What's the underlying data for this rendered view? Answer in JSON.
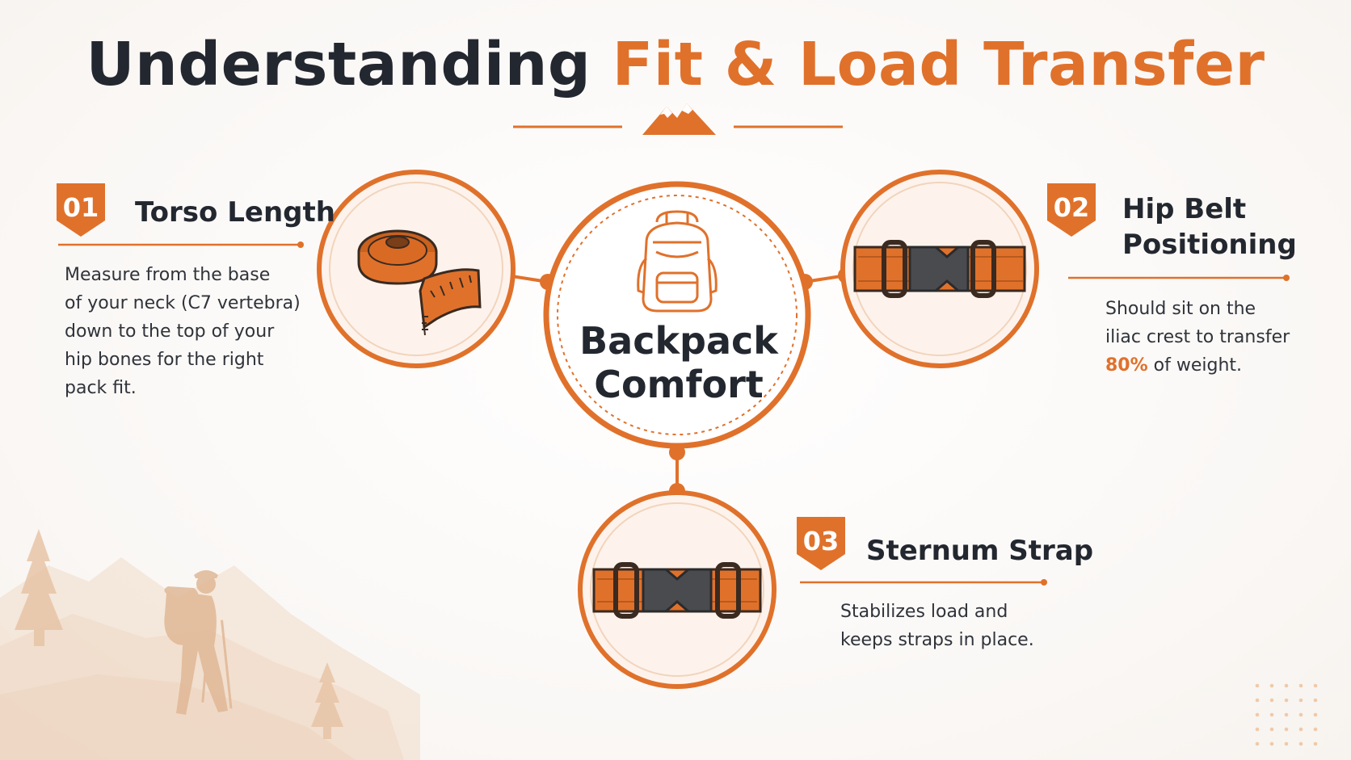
{
  "title": {
    "prefix": "Understanding",
    "highlight": "Fit & Load Transfer"
  },
  "center": {
    "line1": "Backpack",
    "line2": "Comfort",
    "icon": "backpack-icon"
  },
  "steps": [
    {
      "number": "01",
      "heading": "Torso Length",
      "icon": "measuring-tape-icon",
      "description_lines": [
        "Measure from the base",
        "of your neck (C7 vertebra)",
        "down to the top of your",
        "hip bones for the right",
        "pack fit."
      ]
    },
    {
      "number": "02",
      "heading_lines": [
        "Hip Belt",
        "Positioning"
      ],
      "icon": "buckle-icon",
      "description_lines": [
        "Should sit on the",
        "iliac crest to transfer"
      ],
      "description_highlight": "80%",
      "description_tail": " of weight."
    },
    {
      "number": "03",
      "heading": "Sternum Strap",
      "icon": "buckle-icon",
      "description_lines": [
        "Stabilizes load and",
        "keeps straps in place."
      ]
    }
  ],
  "decor": {
    "title_icon": "mountain-icon",
    "scene": "hiker-silhouette"
  },
  "colors": {
    "accent": "#e0712b",
    "dark": "#23272f",
    "circle_fill": "#fdf3ec"
  }
}
